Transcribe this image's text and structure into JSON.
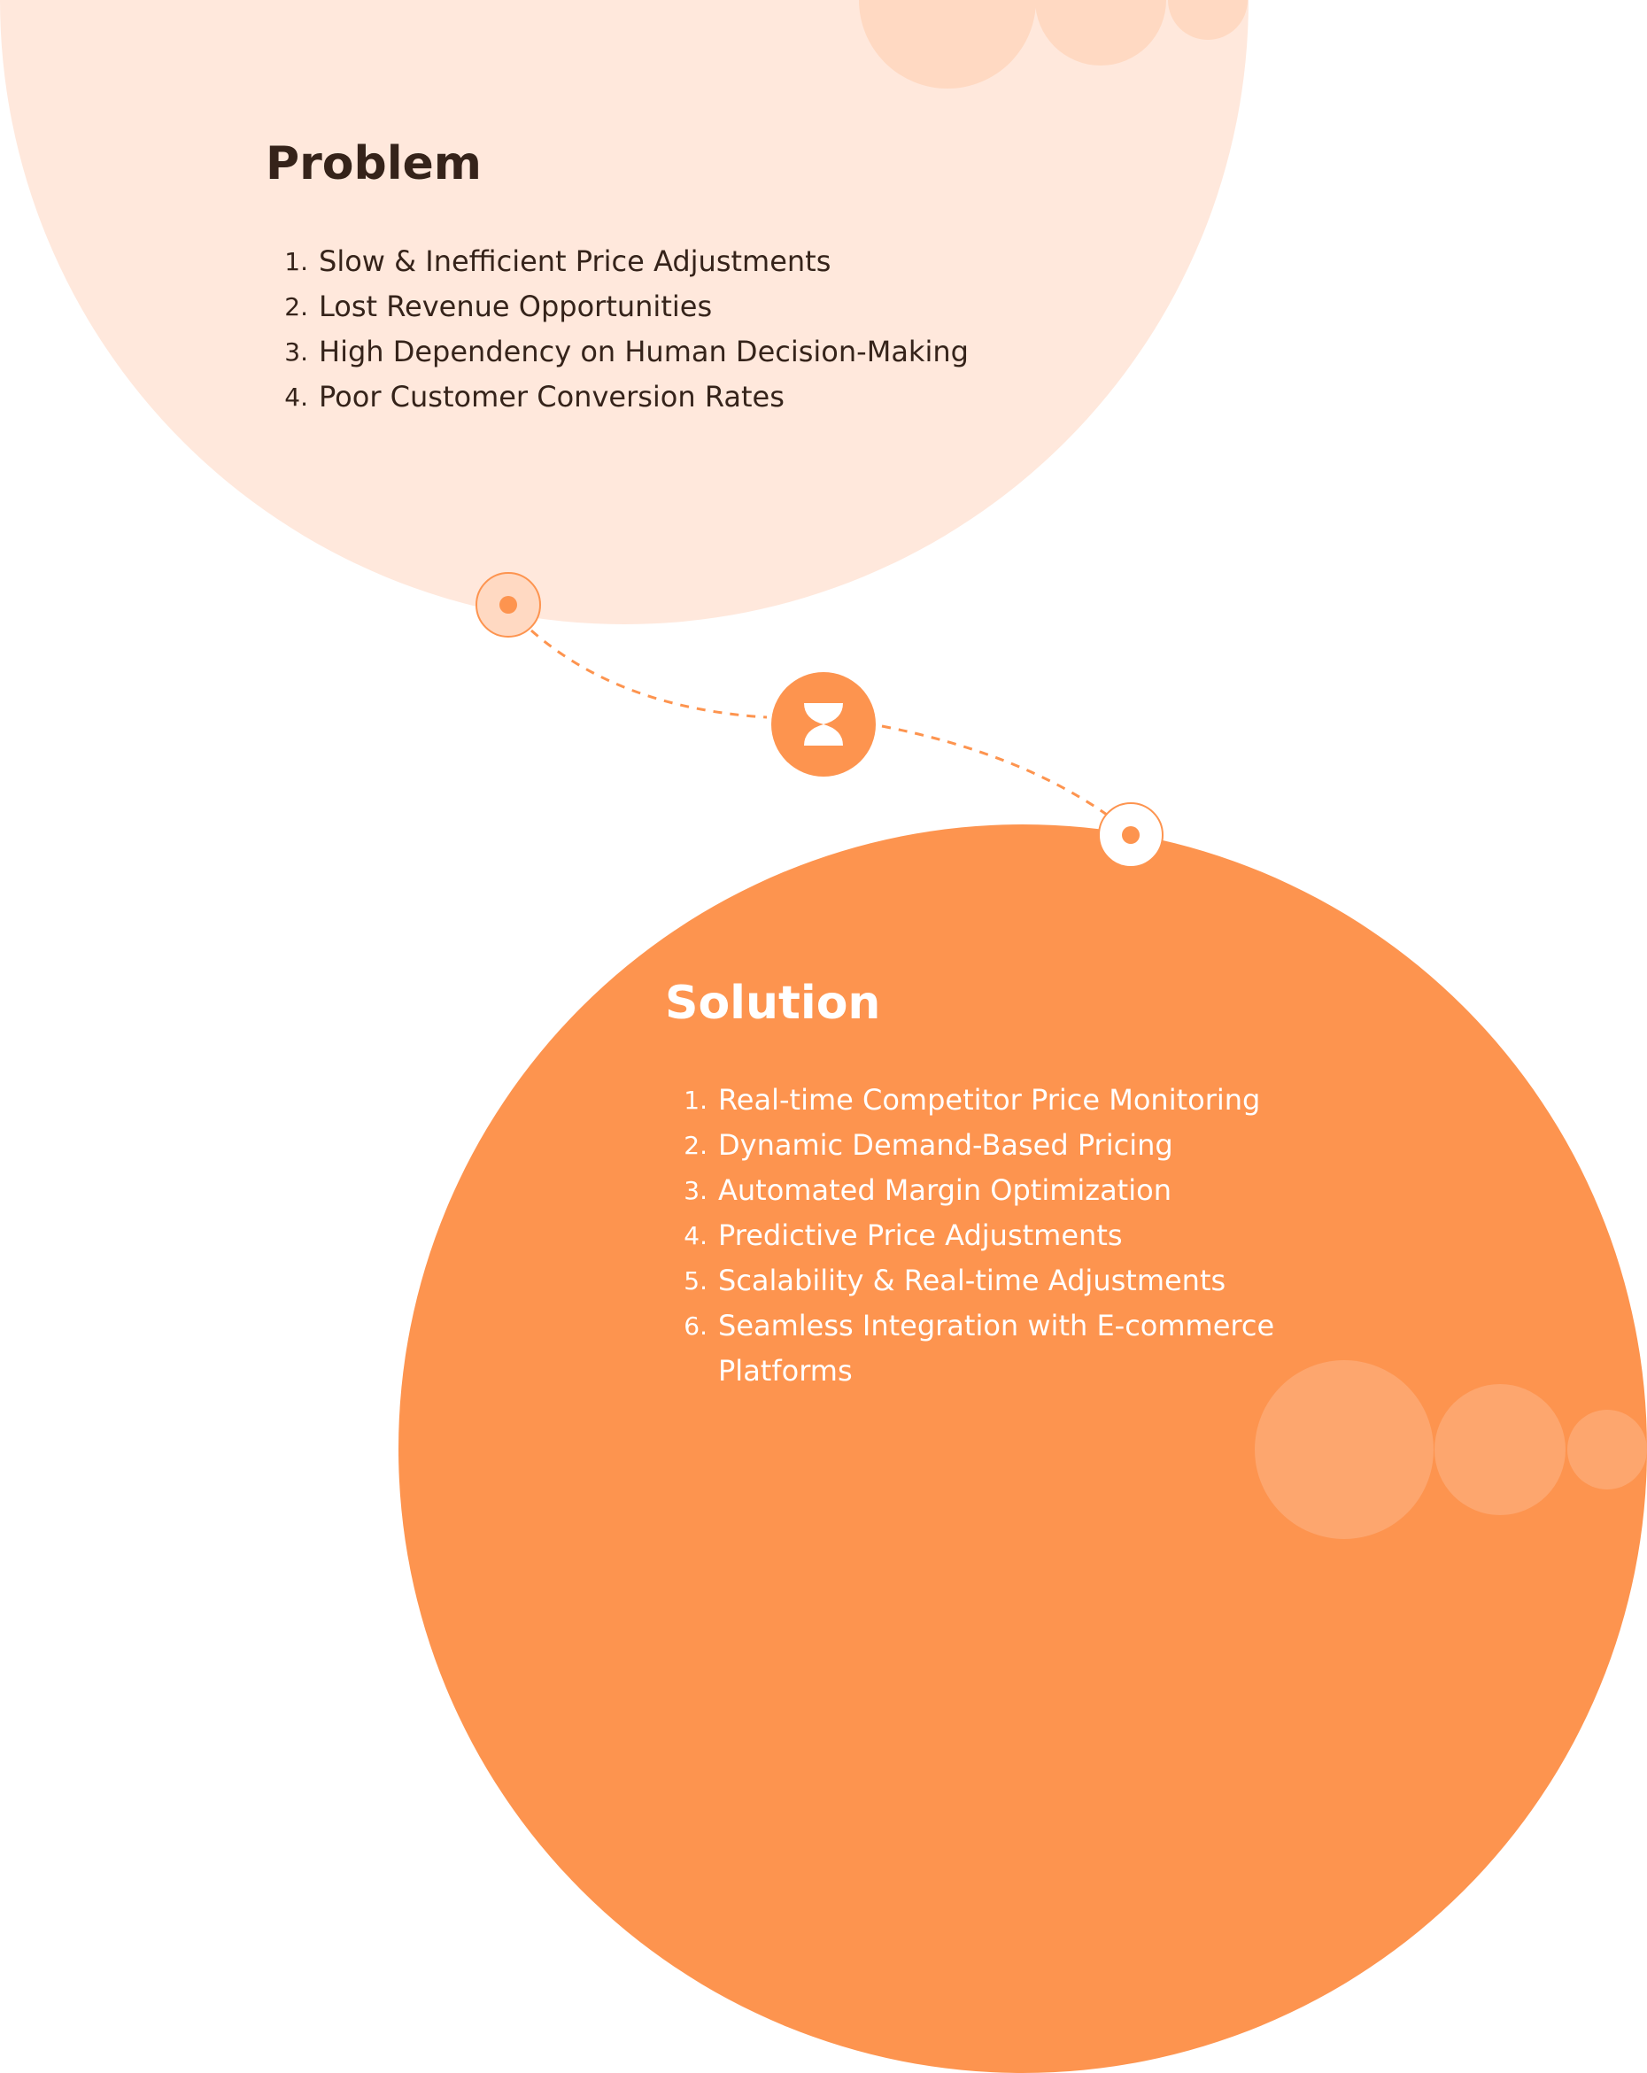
{
  "colors": {
    "accent": "#FD944F",
    "light": "#FFE8DC",
    "text": "#35231a"
  },
  "problem": {
    "title": "Problem",
    "items": [
      {
        "num": "1.",
        "text": "Slow & Inefficient Price Adjustments"
      },
      {
        "num": "2.",
        "text": "Lost Revenue Opportunities"
      },
      {
        "num": "3.",
        "text": "High Dependency on Human Decision-Making"
      },
      {
        "num": "4.",
        "text": "Poor Customer Conversion Rates"
      }
    ]
  },
  "connector": {
    "icon": "hourglass-icon"
  },
  "solution": {
    "title": "Solution",
    "items": [
      {
        "num": "1.",
        "text": "Real-time Competitor Price Monitoring"
      },
      {
        "num": "2.",
        "text": "Dynamic Demand-Based Pricing"
      },
      {
        "num": "3.",
        "text": "Automated Margin Optimization"
      },
      {
        "num": "4.",
        "text": "Predictive Price Adjustments"
      },
      {
        "num": "5.",
        "text": "Scalability & Real-time Adjustments"
      },
      {
        "num": "6.",
        "text": "Seamless Integration with E-commerce Platforms"
      }
    ]
  }
}
